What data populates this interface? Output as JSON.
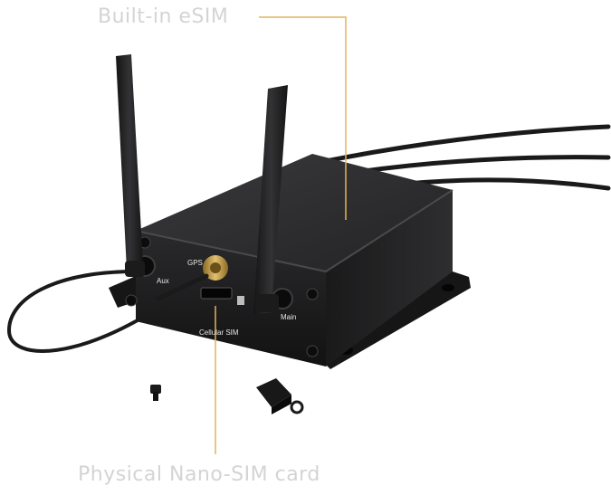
{
  "callouts": {
    "esim": "Built-in eSIM",
    "nano_sim": "Physical Nano-SIM card"
  },
  "port_labels": {
    "gps": "GPS",
    "aux": "Aux",
    "main": "Main",
    "cellular_sim": "Cellular SIM"
  },
  "colors": {
    "leader_line": "#e3b25c",
    "callout_text": "#d4d4d4",
    "device_body": "#1b1b1d",
    "gps_connector": "#c9a14a"
  }
}
